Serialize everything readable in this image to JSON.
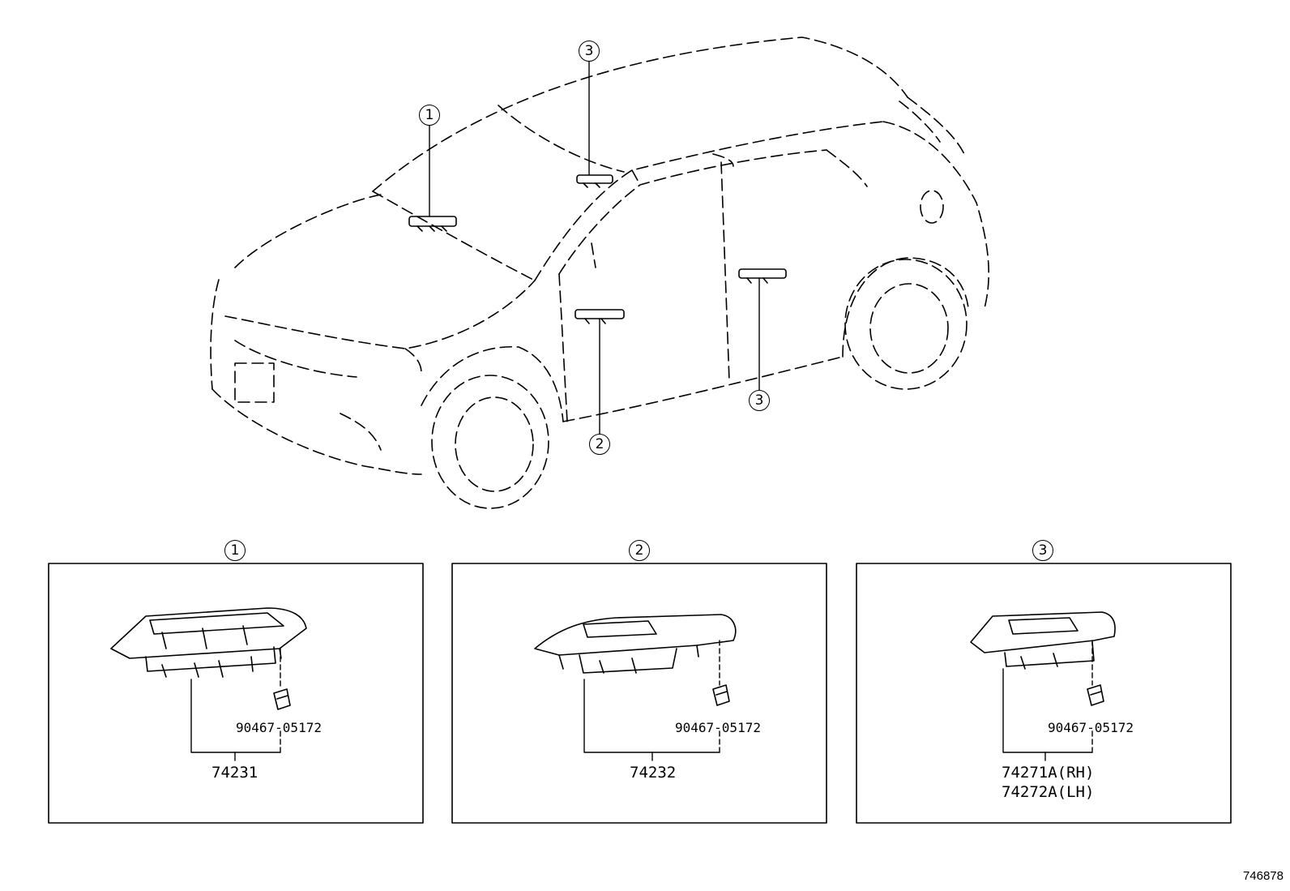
{
  "callouts": {
    "c1": "1",
    "c2": "2",
    "c3": "3"
  },
  "panels": [
    {
      "callout": "1",
      "clip_part": "90467-05172",
      "part": "74231"
    },
    {
      "callout": "2",
      "clip_part": "90467-05172",
      "part": "74232"
    },
    {
      "callout": "3",
      "clip_part": "90467-05172",
      "part_rh": "74271A(RH)",
      "part_lh": "74272A(LH)"
    }
  ],
  "diagram_ref": "746878"
}
